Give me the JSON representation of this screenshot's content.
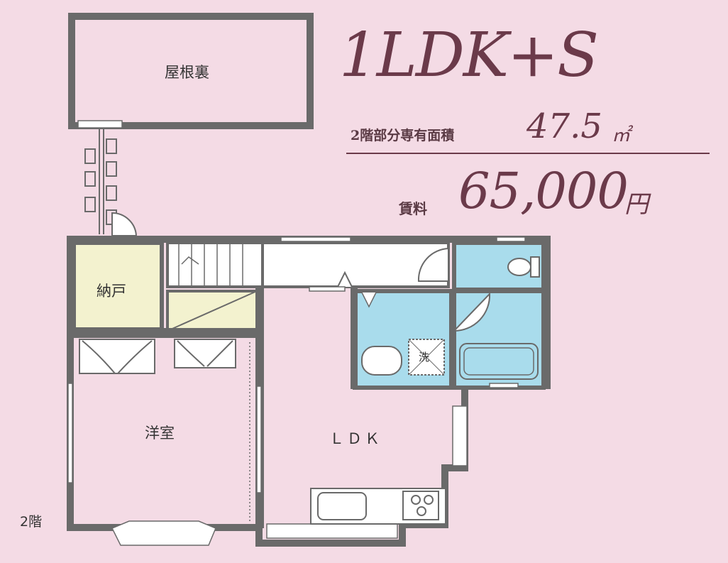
{
  "header": {
    "title": "1LDK+S",
    "area_label": "2階部分専有面積",
    "area_value": "47.5",
    "area_unit": "㎡",
    "rent_label": "賃料",
    "rent_value": "65,000",
    "rent_unit": "円"
  },
  "rooms": {
    "attic": "屋根裏",
    "storage": "納戸",
    "western_room": "洋室",
    "ldk": "ＬＤＫ",
    "washer": "洗"
  },
  "floor_label": "2階",
  "colors": {
    "background": "#f4dbe5",
    "wall": "#6a6a6a",
    "storage_fill": "#f3f2cf",
    "wet_area_fill": "#a9dcec",
    "accent": "#6b3a4a"
  }
}
